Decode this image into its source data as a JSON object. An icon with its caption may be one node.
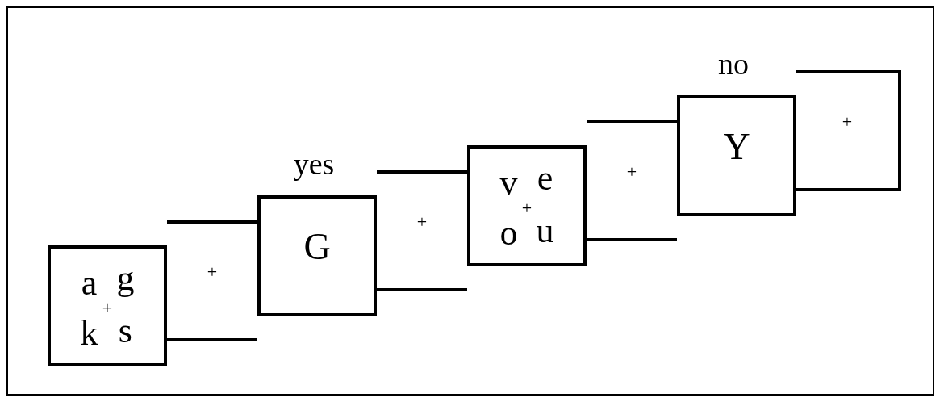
{
  "diagram": {
    "nodes": [
      {
        "text": [
          "a",
          "g",
          "+",
          "k",
          "s"
        ]
      },
      {
        "text": [
          "+"
        ]
      },
      {
        "text": [
          "G"
        ],
        "beside": [
          "yes"
        ]
      },
      {
        "text": [
          "+"
        ]
      },
      {
        "text": [
          "v",
          "e",
          "+",
          "o",
          "u"
        ]
      },
      {
        "text": [
          "+"
        ]
      },
      {
        "text": [
          "Y"
        ],
        "beside": [
          "no"
        ]
      },
      {
        "text": [
          "+"
        ]
      }
    ]
  }
}
